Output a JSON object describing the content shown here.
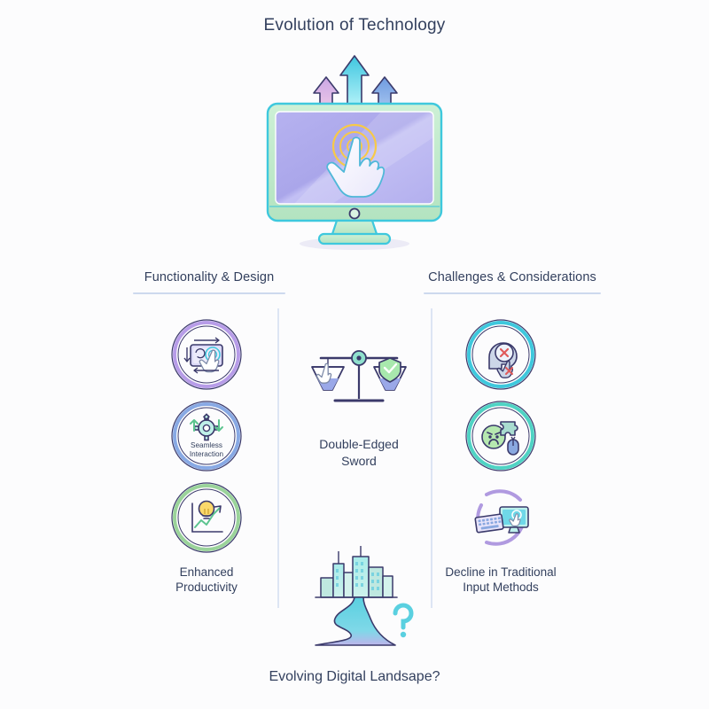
{
  "title": "Evolution of Technology",
  "bottom_caption": "Evolving Digital Landsape?",
  "sections": {
    "left": {
      "heading": "Functionality & Design"
    },
    "right": {
      "heading": "Challenges & Considerations"
    }
  },
  "left_items": [
    {
      "icon": "touchscreen-tablet-gesture-icon",
      "label": "",
      "ring_color": "#a98ede"
    },
    {
      "icon": "gear-arrows-icon",
      "label": "Seamless\nInteraction",
      "inline_label": "Seamless Interaction",
      "ring_color": "#7b9fe0"
    },
    {
      "icon": "lightbulb-growth-chart-icon",
      "label": "Enhanced\nProductivity",
      "ring_color": "#8fc98a"
    }
  ],
  "right_items": [
    {
      "icon": "head-error-cursor-icon",
      "label": "",
      "ring_color": "#3ec8dd"
    },
    {
      "icon": "angry-face-puzzle-mouse-icon",
      "label": "",
      "ring_color": "#4fd3c4"
    },
    {
      "icon": "keyboard-monitor-decline-icon",
      "label": "Decline in Traditional\nInput Methods",
      "ring_color": "#b09ae0"
    }
  ],
  "center": {
    "scale_icon": "balance-scale-icon",
    "scale_label_line1": "Double-Edged",
    "scale_label_line2": "Sword",
    "city_icon": "city-winding-road-question-icon"
  },
  "hero": {
    "icon": "touchscreen-monitor-icon",
    "arrows": [
      "up-arrow-pink",
      "up-arrow-cyan",
      "up-arrow-blue"
    ]
  },
  "labels": {
    "seamless_line1": "Seamless",
    "seamless_line2": "Interaction",
    "enhanced_line1": "Enhanced",
    "enhanced_line2": "Productivity",
    "decline_line1": "Decline in Traditional",
    "decline_line2": "Input Methods"
  },
  "colors": {
    "background": "#fcfcfd",
    "text": "#33405e",
    "divider": "#dde5f4",
    "accent_cyan": "#3ec8dd",
    "accent_purple": "#a98ede",
    "accent_green": "#8fc98a",
    "accent_blue": "#7b9fe0",
    "screen_lavender": "#b0aeec",
    "base_mint": "#bfe8c8",
    "ripple_yellow": "#f7c948",
    "error_red": "#e05a5a"
  }
}
